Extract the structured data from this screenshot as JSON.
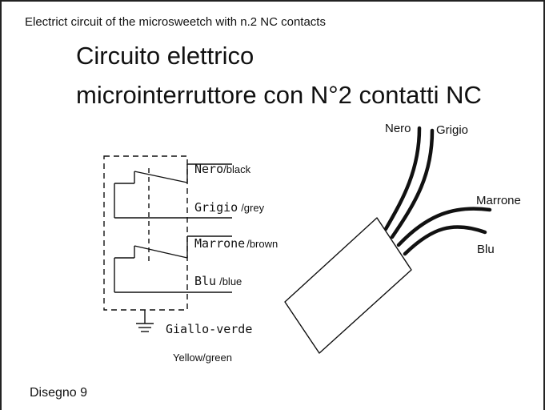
{
  "header": {
    "caption_en": "Electrict circuit of the microsweetch with n.2 NC contacts",
    "title_line1": "Circuito elettrico",
    "title_line2": "microinterruttore con N°2 contatti NC"
  },
  "schematic": {
    "wires": [
      {
        "name": "Nero",
        "translation": "/black"
      },
      {
        "name": "Grigio",
        "translation": "/grey"
      },
      {
        "name": "Marrone",
        "translation": "/brown"
      },
      {
        "name": "Blu",
        "translation": "/blue"
      }
    ],
    "ground_label": "Giallo-verde",
    "ground_translation": "Yellow/green"
  },
  "cable": {
    "labels": [
      "Nero",
      "Grigio",
      "Marrone",
      "Blu"
    ]
  },
  "footer": {
    "drawing_label": "Disegno 9"
  }
}
